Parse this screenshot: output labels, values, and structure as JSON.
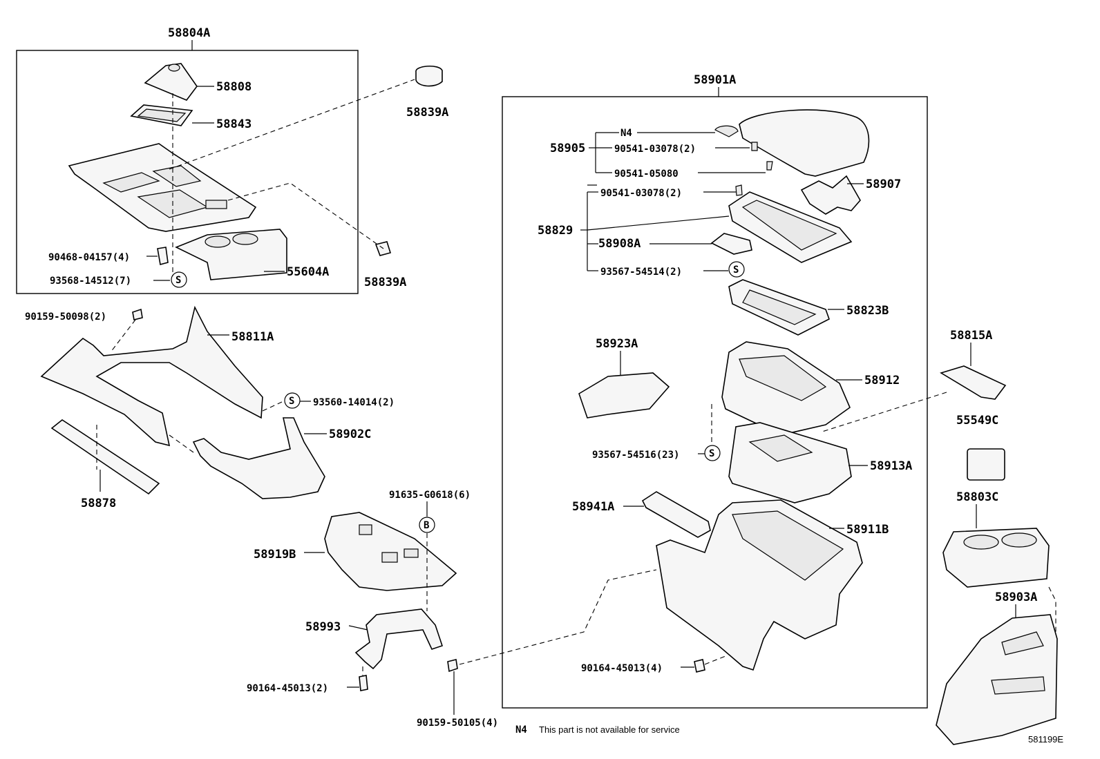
{
  "groups": {
    "g58804A": "58804A",
    "g58901A": "58901A"
  },
  "parts": {
    "p58808": "58808",
    "p58843": "58843",
    "p58839A_top": "58839A",
    "p58839A_small": "58839A",
    "p90468": "90468-04157(4)",
    "p93568": "93568-14512(7)",
    "p55604A": "55604A",
    "p90159_50098": "90159-50098(2)",
    "p58811A": "58811A",
    "p93560": "93560-14014(2)",
    "p58902C": "58902C",
    "p58878": "58878",
    "p91635": "91635-G0618(6)",
    "p58919B": "58919B",
    "p58993": "58993",
    "p90164_left": "90164-45013(2)",
    "p90159_50105": "90159-50105(4)",
    "p58905": "58905",
    "pN4": "N4",
    "p90541_03078_a": "90541-03078(2)",
    "p90541_05080": "90541-05080",
    "p58907": "58907",
    "p90541_03078_b": "90541-03078(2)",
    "p58829": "58829",
    "p58908A": "58908A",
    "p93567_54514": "93567-54514(2)",
    "p58823B": "58823B",
    "p58923A": "58923A",
    "p58912": "58912",
    "p93567_54516": "93567-54516(23)",
    "p58913A": "58913A",
    "p58941A": "58941A",
    "p58911B": "58911B",
    "p90164_right": "90164-45013(4)",
    "p58815A": "58815A",
    "p55549C": "55549C",
    "p58803C": "58803C",
    "p58903A": "58903A"
  },
  "symbols": {
    "screw": "S",
    "bolt": "B"
  },
  "footer": {
    "note_code": "N4",
    "note_text": "This part is not available for service",
    "drawing_id": "581199E"
  }
}
